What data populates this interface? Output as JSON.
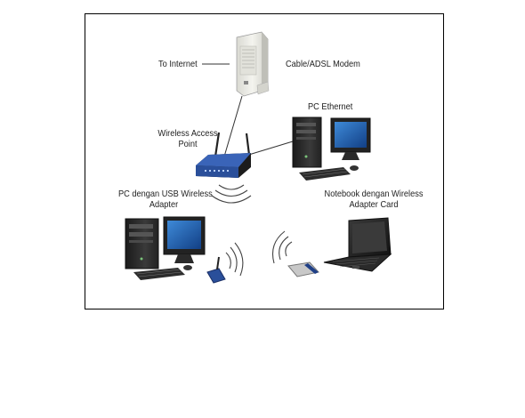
{
  "labels": {
    "internet": "To Internet",
    "modem": "Cable/ADSL Modem",
    "access_point_line1": "Wireless Access",
    "access_point_line2": "Point",
    "pc_ethernet": "PC Ethernet",
    "pc_usb_line1": "PC dengan USB Wireless",
    "pc_usb_line2": "Adapter",
    "notebook_line1": "Notebook dengan Wireless",
    "notebook_line2": "Adapter Card"
  },
  "colors": {
    "device_dark": "#2b2b2b",
    "screen_blue": "#1d5fb0",
    "router_blue": "#2a4f9a",
    "modem_white": "#ecece6",
    "line": "#333333"
  }
}
